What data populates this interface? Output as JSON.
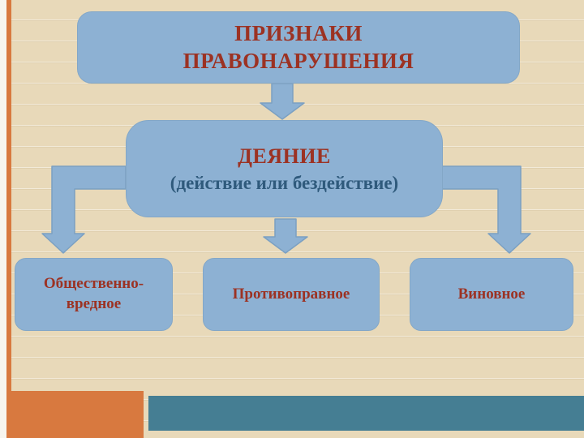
{
  "diagram": {
    "title": "ПРИЗНАКИ\nПРАВОНАРУШЕНИЯ",
    "act": {
      "title": "ДЕЯНИЕ",
      "subtitle": "(действие или бездействие)"
    },
    "branches": [
      {
        "label": "Общественно-\nвредное"
      },
      {
        "label": "Противоправное"
      },
      {
        "label": "Виновное"
      }
    ],
    "colors": {
      "background": "#e8d9b9",
      "box_fill": "#8db1d3",
      "box_border": "#83a7c7",
      "title_text": "#9c3223",
      "subtitle_text": "#2f5a7c",
      "accent_orange": "#d8793f",
      "accent_teal": "#457e93"
    }
  }
}
